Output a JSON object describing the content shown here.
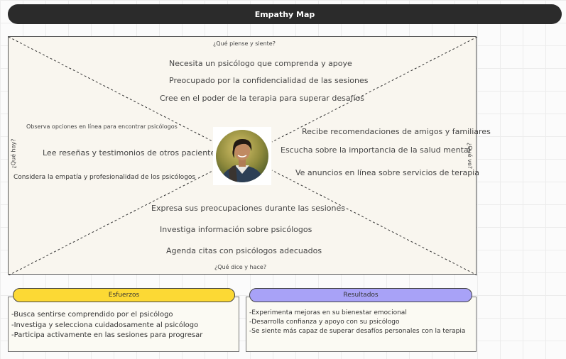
{
  "header": {
    "title": "Empathy Map"
  },
  "map": {
    "think_feel": {
      "label": "¿Qué piense y siente?",
      "items": [
        "Necesita un psicólogo que comprenda y apoye",
        "Preocupado por la confidencialidad de las sesiones",
        "Cree en el poder de la terapia para superar desafíos"
      ]
    },
    "see": {
      "label": "¿Qué hay?",
      "items": [
        "Observa opciones en línea para encontrar psicólogos",
        "Lee reseñas y testimonios de otros pacientes",
        "Considera la empatía y profesionalidad de los psicólogos"
      ]
    },
    "hear": {
      "label": "¿Qué ve?",
      "items": [
        "Recibe recomendaciones de amigos y familiares",
        "Escucha sobre la importancia de la salud mental",
        "Ve anuncios en línea sobre servicios de terapia"
      ]
    },
    "say_do": {
      "label": "¿Qué dice y hace?",
      "items": [
        "Expresa sus preocupaciones durante las sesiones",
        "Investiga información sobre psicólogos",
        "Agenda citas con psicólogos adecuados"
      ]
    }
  },
  "efforts": {
    "title": "Esfuerzos",
    "color": "#fcd934",
    "items": [
      "-Busca sentirse comprendido por el psicólogo",
      "-Investiga y selecciona cuidadosamente al psicólogo",
      "-Participa activamente en las sesiones para progresar"
    ]
  },
  "results": {
    "title": "Resultados",
    "color": "#a8a2f7",
    "items": [
      "-Experimenta mejoras en su bienestar emocional",
      "-Desarrolla confianza y apoyo con su psicólogo",
      "-Se siente más capaz de superar desafíos personales con la terapia"
    ]
  },
  "icons": {
    "persona": "persona-photo"
  }
}
